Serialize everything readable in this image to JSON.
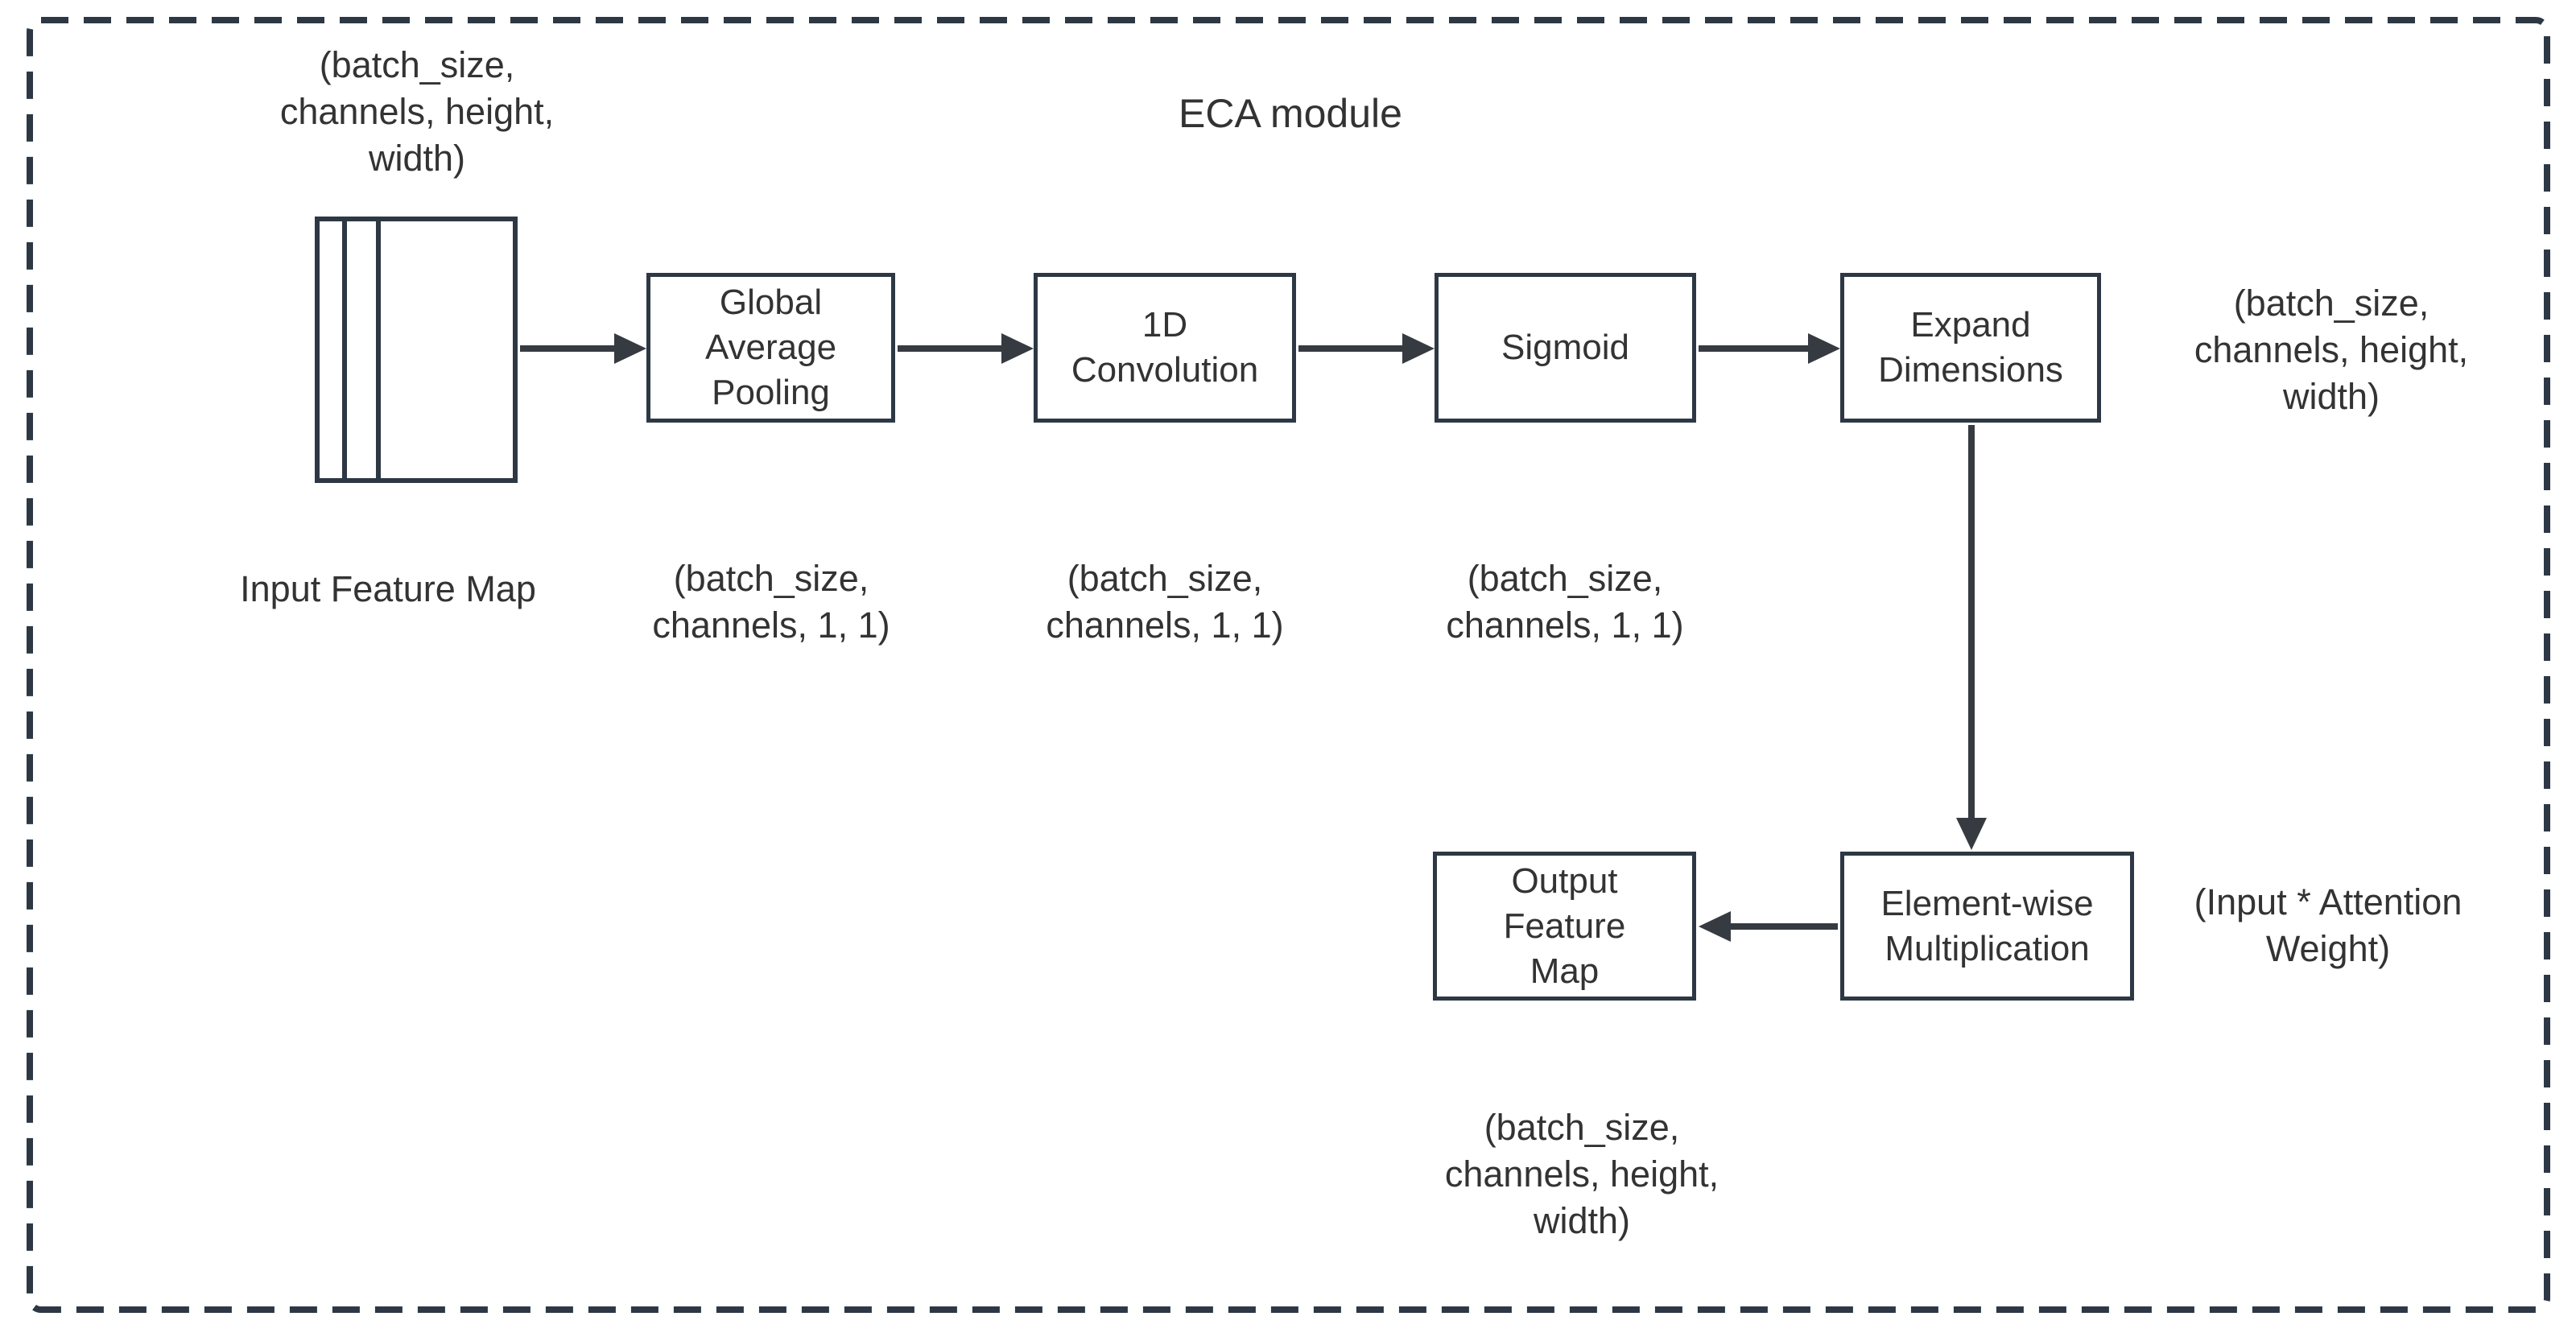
{
  "diagram": {
    "title": "ECA module",
    "colors": {
      "stroke": "#2d3844",
      "arrow": "#363b41",
      "text": "#333333",
      "background": "#ffffff"
    },
    "input": {
      "shape_label": "(batch_size,\nchannels, height,\nwidth)",
      "caption": "Input Feature Map"
    },
    "nodes": {
      "global_average_pooling": {
        "label": "Global\nAverage\nPooling",
        "shape_label": "(batch_size,\nchannels,  1, 1)"
      },
      "conv1d": {
        "label": "1D\nConvolution",
        "shape_label": "(batch_size,\nchannels,  1, 1)"
      },
      "sigmoid": {
        "label": "Sigmoid",
        "shape_label": "(batch_size,\nchannels,  1, 1)"
      },
      "expand_dimensions": {
        "label": "Expand\nDimensions",
        "shape_label": "(batch_size,\nchannels,  height,\nwidth)"
      },
      "elementwise_multiplication": {
        "label": "Element-wise\nMultiplication",
        "annotation": "(Input * Attention\nWeight)"
      },
      "output_feature_map": {
        "label": "Output\nFeature\nMap",
        "shape_label": "(batch_size,\nchannels,  height,\nwidth)"
      }
    }
  }
}
